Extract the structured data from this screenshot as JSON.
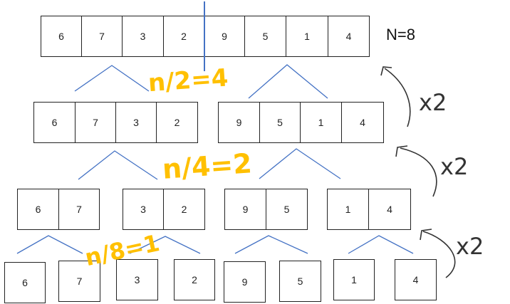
{
  "top_array": [
    "6",
    "7",
    "3",
    "2",
    "9",
    "5",
    "1",
    "4"
  ],
  "n_label": "N=8",
  "level1": {
    "left": [
      "6",
      "7",
      "3",
      "2"
    ],
    "right": [
      "9",
      "5",
      "1",
      "4"
    ]
  },
  "level2": [
    [
      "6",
      "7"
    ],
    [
      "3",
      "2"
    ],
    [
      "9",
      "5"
    ],
    [
      "1",
      "4"
    ]
  ],
  "level3": [
    "6",
    "7",
    "3",
    "2",
    "9",
    "5",
    "1",
    "4"
  ],
  "annotations": {
    "half1": "n/2=4",
    "half2": "n/4=2",
    "half3": "n/8=1",
    "times2": "x2"
  },
  "colors": {
    "line": "#4472c4",
    "annotation": "#ffc000",
    "ink": "#333333"
  }
}
